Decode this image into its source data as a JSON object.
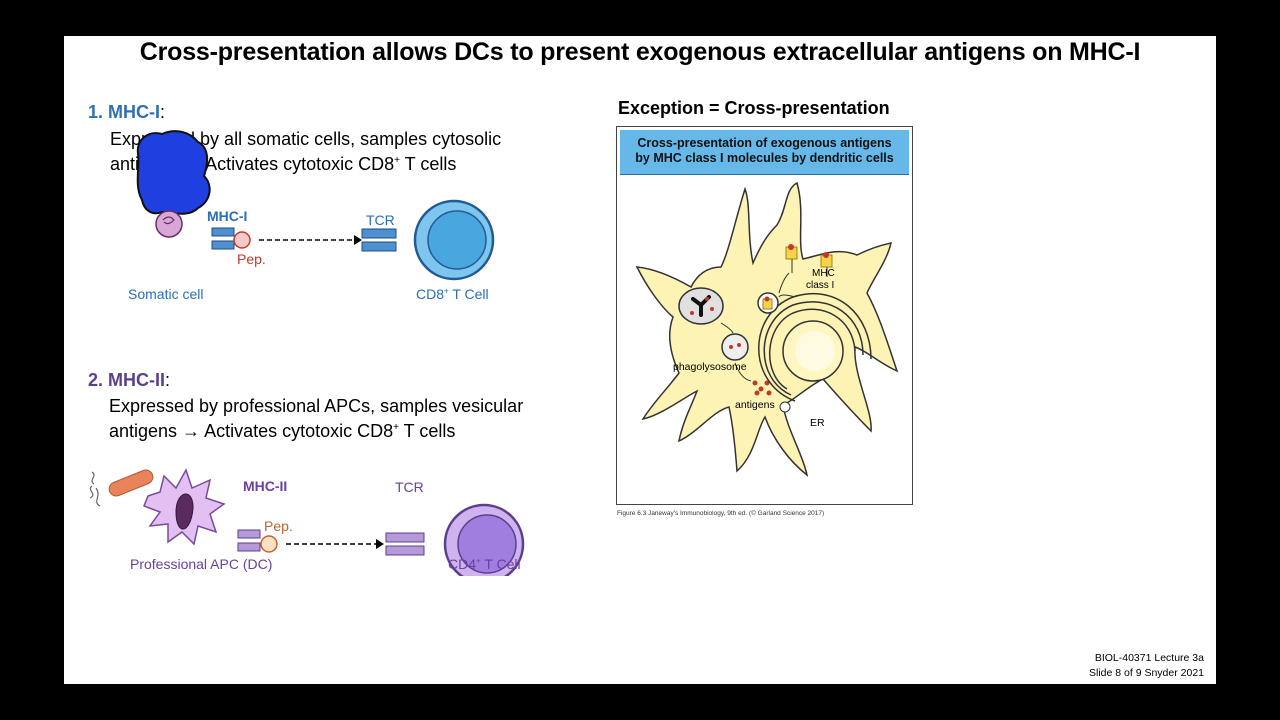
{
  "title": "Cross-presentation allows DCs to present exogenous extracellular antigens on MHC-I",
  "mhc1": {
    "heading_num": "1. MHC-I",
    "colon": ":",
    "line1": "Expressed by all somatic cells, samples cytosolic",
    "line2_pre": "antigens → Activates cytotoxic CD8",
    "line2_sup": "+",
    "line2_post": "  T cells",
    "diagram": {
      "mhc_label": "MHC-I",
      "pep_label": "Pep.",
      "tcr_label": "TCR",
      "cell_left": "Somatic cell",
      "cell_right_pre": "CD8",
      "cell_right_sup": "+",
      "cell_right_post": " T Cell"
    }
  },
  "mhc2": {
    "heading_num": "2. MHC-II",
    "colon": ":",
    "line1": "Expressed by professional APCs, samples vesicular",
    "line2_pre": "antigens → Activates cytotoxic CD8",
    "line2_sup": "+",
    "line2_post": "  T cells",
    "diagram": {
      "mhc_label": "MHC-II",
      "pep_label": "Pep.",
      "tcr_label": "TCR",
      "cell_left": "Professional APC (DC)",
      "cell_right_pre": "CD4",
      "cell_right_sup": "+",
      "cell_right_post": " T Cell"
    }
  },
  "exception": {
    "heading": "Exception = Cross-presentation",
    "banner_line1": "Cross-presentation of exogenous antigens",
    "banner_line2": "by MHC class I molecules by dendritic cells",
    "labels": {
      "mhc": "MHC",
      "class": "class I",
      "phagolysosome": "phagolysosome",
      "antigens": "antigens",
      "er": "ER"
    },
    "caption": "Figure 6.3  Janeway's Immunobiology, 9th ed. (© Garland Science 2017)"
  },
  "footer": {
    "line1": "BIOL-40371 Lecture 3a",
    "line2": "Slide 8 of 9 Snyder 2021"
  },
  "colors": {
    "mhc1_blue": "#2a6eb5",
    "mhc2_purple": "#6b3fa0",
    "dc_yellow": "#fdf3b5",
    "banner_blue": "#65b8e8"
  }
}
